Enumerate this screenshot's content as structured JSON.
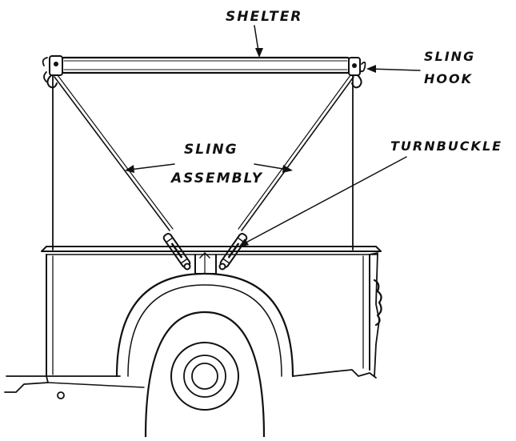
{
  "labels": {
    "shelter": "SHELTER",
    "sling_hook_line1": "SLING",
    "sling_hook_line2": "HOOK",
    "turnbuckle": "TURNBUCKLE",
    "sling_assembly_line1": "SLING",
    "sling_assembly_line2": "ASSEMBLY"
  },
  "colors": {
    "ink": "#111111",
    "background": "#ffffff"
  }
}
